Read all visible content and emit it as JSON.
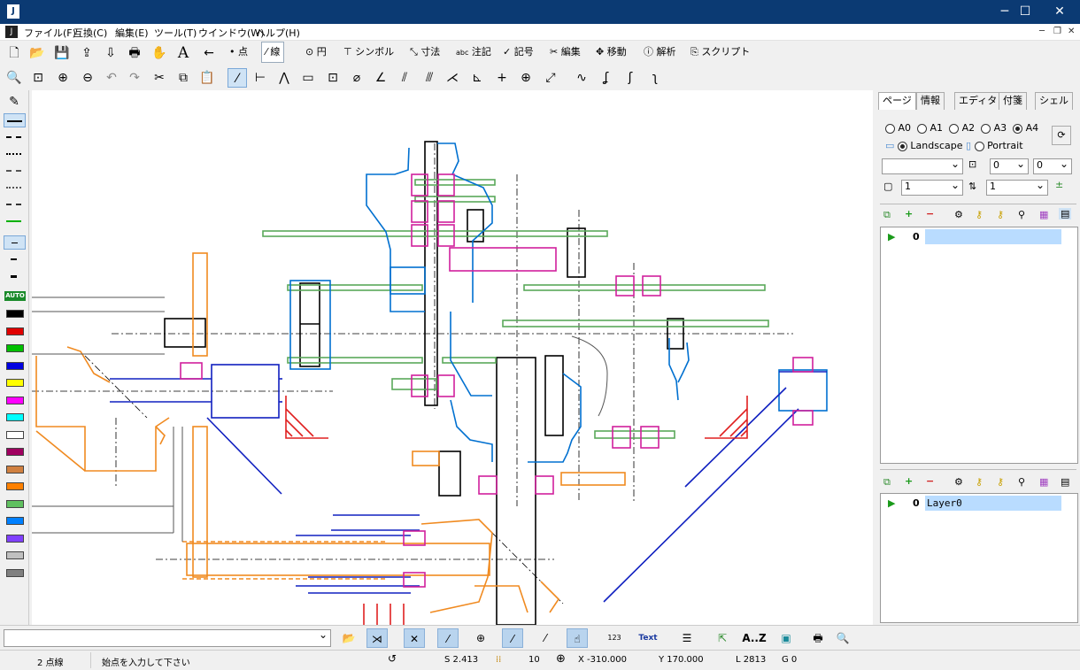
{
  "app": {
    "title_bar_icon": "jw-cad-logo-icon"
  },
  "menu": [
    "ファイル(F)",
    "互換(C)",
    "編集(E)",
    "ツール(T)",
    "ウインドウ(W)",
    "ヘルプ(H)"
  ],
  "mode_tabs": [
    "点",
    "線",
    "円",
    "シンボル",
    "寸法",
    "注記",
    "記号",
    "編集",
    "移動",
    "解析",
    "スクリプト"
  ],
  "mode_active": "線",
  "right_tabs": [
    "ページ",
    "情報",
    "エディタ",
    "付箋",
    "シェル"
  ],
  "paper_sizes": [
    "A0",
    "A1",
    "A2",
    "A3",
    "A4"
  ],
  "paper_selected": "A4",
  "orientation": {
    "landscape": "Landscape",
    "portrait": "Portrait",
    "selected": "Landscape"
  },
  "page_fields": {
    "x": "0",
    "y": "0",
    "scale_a": "1",
    "scale_b": "1"
  },
  "page_list": [
    {
      "num": "0",
      "name": ""
    }
  ],
  "layer_list": [
    {
      "num": "0",
      "name": "Layer0"
    }
  ],
  "left_styles": {
    "auto_label": "AUTO"
  },
  "colors": [
    "#000000",
    "#e00000",
    "#00c000",
    "#0000e0",
    "#ffff00",
    "#ff00ff",
    "#00ffff",
    "#ffffff",
    "#a00060",
    "#d08040",
    "#ff8000",
    "#60c060",
    "#0080ff",
    "#8040ff",
    "#c0c0c0",
    "#808080"
  ],
  "bottom": {
    "text_btn": "Text",
    "az_btn": "A..Z",
    "coord_btn": "123"
  },
  "status": {
    "mode": "2 点線",
    "prompt": "始点を入力して下さい",
    "scale": "S 2.413",
    "grid": "10",
    "x": "X -310.000",
    "y": "Y 170.000",
    "length": "L   2813",
    "g": "G 0"
  }
}
